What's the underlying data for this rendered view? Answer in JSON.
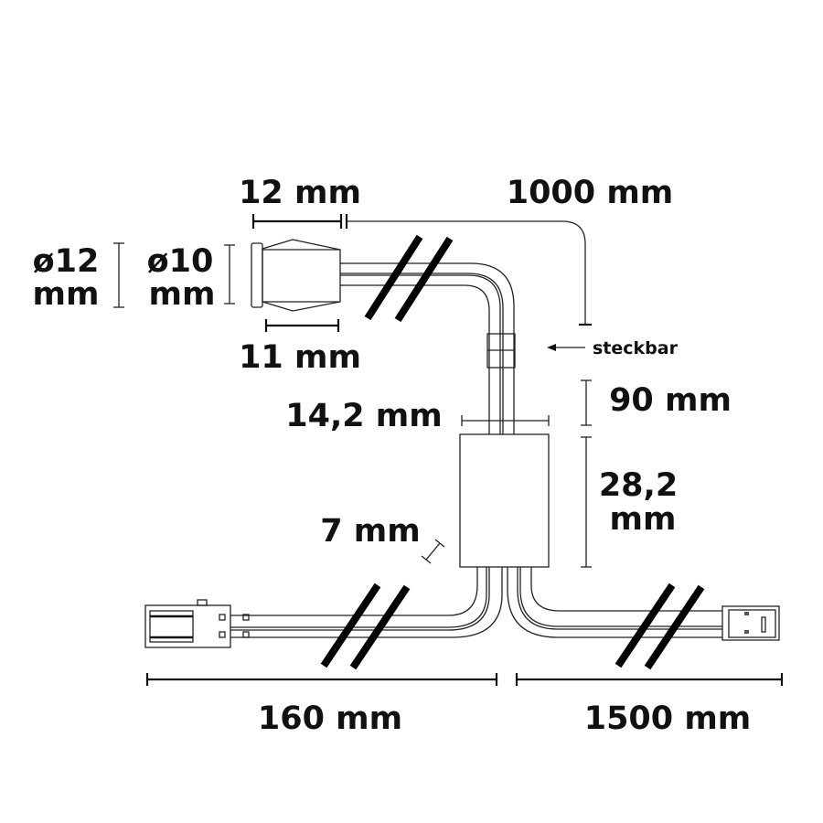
{
  "labels": {
    "sensor_length": "12 mm",
    "cable_length_top": "1000 mm",
    "outer_diameter": [
      "ø12",
      "mm"
    ],
    "inner_diameter": [
      "ø10",
      "mm"
    ],
    "body_length": "11 mm",
    "pluggable": "steckbar",
    "connector_distance": "90 mm",
    "box_width": "14,2 mm",
    "box_height": [
      "28,2",
      "mm"
    ],
    "box_depth": "7 mm",
    "cable_left": "160 mm",
    "cable_right": "1500 mm"
  }
}
